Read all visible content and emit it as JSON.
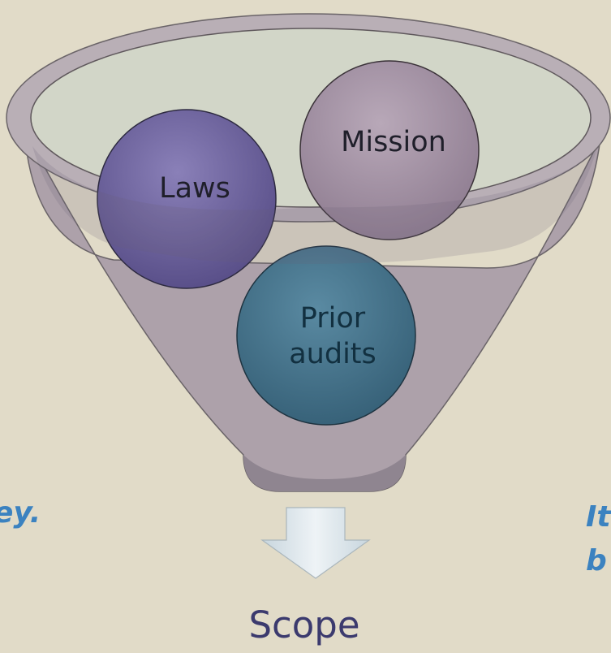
{
  "diagram": {
    "circles": [
      {
        "id": "laws",
        "label": "Laws",
        "color": "#5f5592"
      },
      {
        "id": "mission",
        "label": "Mission",
        "color": "#a08ca0"
      },
      {
        "id": "prior",
        "label": "Prior audits",
        "label_lines": [
          "Prior",
          "audits"
        ],
        "color": "#3d6d86"
      }
    ],
    "output_label": "Scope"
  },
  "side_text": {
    "left": "ey.",
    "right_line1": "It",
    "right_line2": "b"
  },
  "colors": {
    "background": "#e1dbc8",
    "funnel": "#b0a4ac",
    "funnel_rim_inner": "#d2d6c8",
    "arrow": "#dde6ea",
    "side_text": "#3b82c0",
    "scope_text": "#3b3a6e"
  }
}
